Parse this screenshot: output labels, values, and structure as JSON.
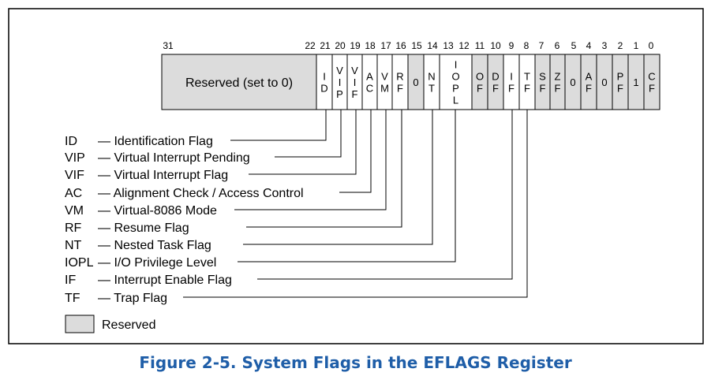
{
  "figure": {
    "caption": "Figure 2-5.  System Flags in the EFLAGS Register",
    "colors": {
      "reserved_fill": "#dcdcdc",
      "caption": "#1f5ea8",
      "line": "#000000"
    }
  },
  "register": {
    "bit_numbers": [
      "31",
      "22",
      "21",
      "20",
      "19",
      "18",
      "17",
      "16",
      "15",
      "14",
      "13",
      "12",
      "11",
      "10",
      "9",
      "8",
      "7",
      "6",
      "5",
      "4",
      "3",
      "2",
      "1",
      "0"
    ],
    "reserved_field_label": "Reserved (set to 0)",
    "cells": [
      {
        "bit": "21",
        "label": "ID",
        "reserved": false
      },
      {
        "bit": "20",
        "label": "VIP",
        "reserved": false
      },
      {
        "bit": "19",
        "label": "VIF",
        "reserved": false
      },
      {
        "bit": "18",
        "label": "AC",
        "reserved": false
      },
      {
        "bit": "17",
        "label": "VM",
        "reserved": false
      },
      {
        "bit": "16",
        "label": "RF",
        "reserved": false
      },
      {
        "bit": "15",
        "label": "0",
        "reserved": true
      },
      {
        "bit": "14",
        "label": "NT",
        "reserved": false
      },
      {
        "bit": "13-12",
        "label": "IOPL",
        "reserved": false
      },
      {
        "bit": "11",
        "label": "OF",
        "reserved": true
      },
      {
        "bit": "10",
        "label": "DF",
        "reserved": true
      },
      {
        "bit": "9",
        "label": "IF",
        "reserved": false
      },
      {
        "bit": "8",
        "label": "TF",
        "reserved": false
      },
      {
        "bit": "7",
        "label": "SF",
        "reserved": true
      },
      {
        "bit": "6",
        "label": "ZF",
        "reserved": true
      },
      {
        "bit": "5",
        "label": "0",
        "reserved": true
      },
      {
        "bit": "4",
        "label": "AF",
        "reserved": true
      },
      {
        "bit": "3",
        "label": "0",
        "reserved": true
      },
      {
        "bit": "2",
        "label": "PF",
        "reserved": true
      },
      {
        "bit": "1",
        "label": "1",
        "reserved": true
      },
      {
        "bit": "0",
        "label": "CF",
        "reserved": true
      }
    ]
  },
  "legend": [
    {
      "abbr": "ID",
      "desc": "Identification Flag"
    },
    {
      "abbr": "VIP",
      "desc": "Virtual Interrupt Pending"
    },
    {
      "abbr": "VIF",
      "desc": "Virtual Interrupt Flag"
    },
    {
      "abbr": "AC",
      "desc": "Alignment Check / Access Control"
    },
    {
      "abbr": "VM",
      "desc": "Virtual-8086 Mode"
    },
    {
      "abbr": "RF",
      "desc": "Resume Flag"
    },
    {
      "abbr": "NT",
      "desc": "Nested Task Flag"
    },
    {
      "abbr": "IOPL",
      "desc": "I/O Privilege Level"
    },
    {
      "abbr": "IF",
      "desc": "Interrupt Enable Flag"
    },
    {
      "abbr": "TF",
      "desc": "Trap Flag"
    }
  ],
  "key": {
    "label": "Reserved"
  }
}
